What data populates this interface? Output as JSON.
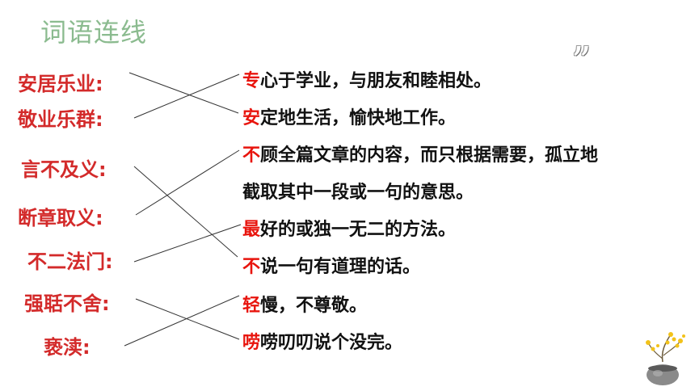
{
  "title": "词语连线",
  "quote_mark": "”",
  "terms": [
    {
      "text": "安居乐业:"
    },
    {
      "text": "敬业乐群:"
    },
    {
      "text": "言不及义:"
    },
    {
      "text": "断章取义:"
    },
    {
      "text": "不二法门:"
    },
    {
      "text": "强聒不舍:"
    },
    {
      "text": "亵渎:"
    }
  ],
  "definitions": [
    {
      "first": "专",
      "rest": "心于学业，与朋友和睦相处。"
    },
    {
      "first": "安",
      "rest": "定地生活，愉快地工作。"
    },
    {
      "first": "不",
      "rest": "顾全篇文章的内容，而只根据需要，孤立地"
    },
    {
      "first": "",
      "rest": "截取其中一段或一句的意思。"
    },
    {
      "first": "最",
      "rest": "好的或独一无二的方法。"
    },
    {
      "first": "不",
      "rest": "说一句有道理的话。"
    },
    {
      "first": "轻",
      "rest": "慢，不尊敬。"
    },
    {
      "first": "唠",
      "rest": "唠叨叨说个没完。"
    }
  ],
  "colors": {
    "title": "#8bbb8f",
    "term": "#d32a2a",
    "highlight": "#e8140d",
    "text": "#111111",
    "line": "#333333"
  }
}
